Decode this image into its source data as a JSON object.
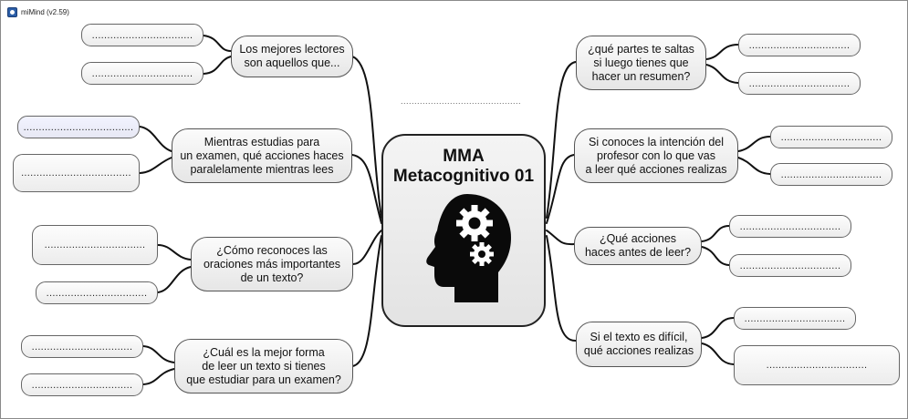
{
  "app": {
    "title": "miMind (v2.59)"
  },
  "center": {
    "title": "MMA\nMetacognitivo 01",
    "dots": "............................................"
  },
  "branches": [
    {
      "text": "Los mejores lectores\nson aquellos que...",
      "leaves": [
        ".................................",
        "................................."
      ]
    },
    {
      "text": "Mientras estudias para\nun examen,  qué acciones haces\nparalelamente  mientras lees",
      "leaves": [
        "....................................",
        "...................................."
      ]
    },
    {
      "text": "¿Cómo reconoces las\noraciones más importantes\nde un texto?",
      "leaves": [
        ".................................",
        "................................."
      ]
    },
    {
      "text": "¿Cuál es la mejor forma\nde leer un texto si tienes\nque estudiar para un examen?",
      "leaves": [
        ".................................",
        "................................."
      ]
    },
    {
      "text": "¿qué partes te saltas\nsi luego tienes que\nhacer un resumen?",
      "leaves": [
        ".................................",
        "................................."
      ]
    },
    {
      "text": "Si conoces la intención del\nprofesor con lo que vas\na leer qué acciones realizas",
      "leaves": [
        ".................................",
        "................................."
      ]
    },
    {
      "text": "¿Qué acciones\nhaces antes de leer?",
      "leaves": [
        ".................................",
        "................................."
      ]
    },
    {
      "text": "Si el texto es difícil,\nqué acciones realizas",
      "leaves": [
        ".................................",
        "................................."
      ]
    }
  ]
}
